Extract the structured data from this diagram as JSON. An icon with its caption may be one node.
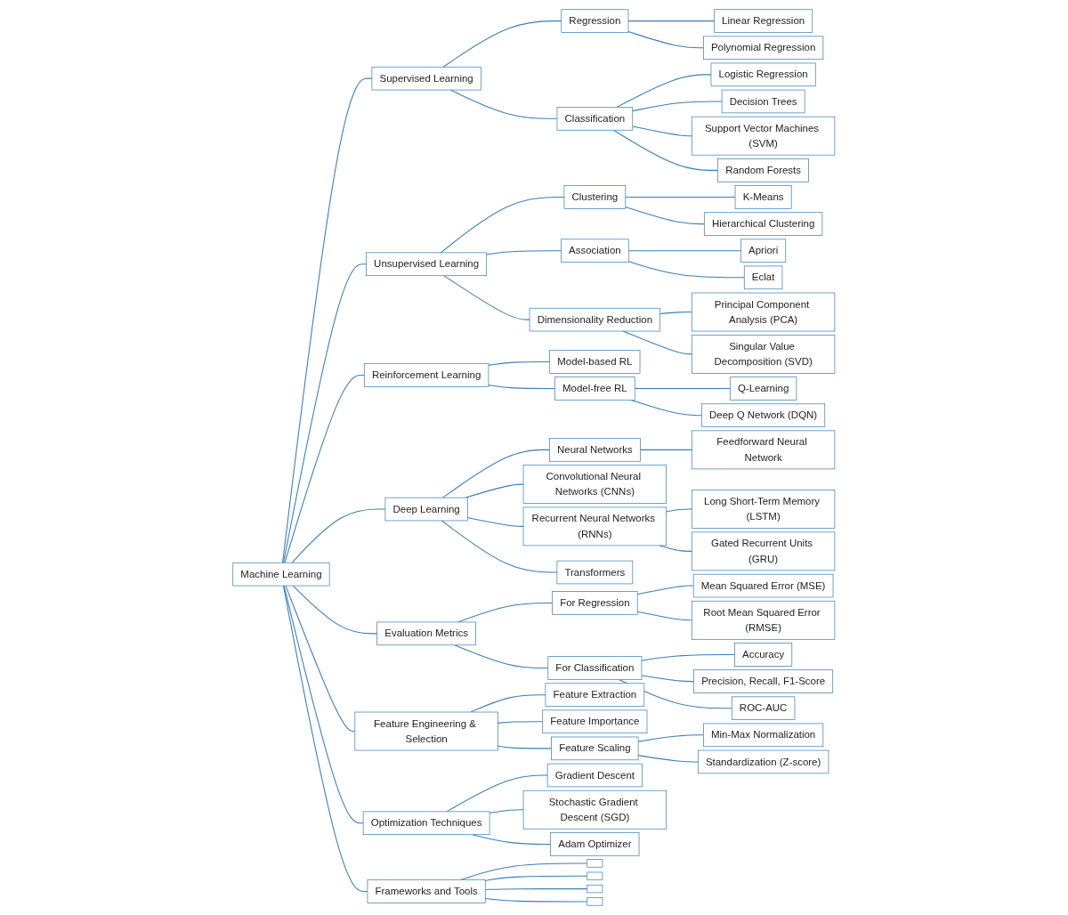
{
  "diagram": {
    "nodes": [
      {
        "text": [
          "Machine Learning"
        ]
      },
      {
        "text": [
          "Supervised Learning"
        ]
      },
      {
        "text": [
          "Regression"
        ]
      },
      {
        "text": [
          "Linear Regression"
        ]
      },
      {
        "text": [
          "Polynomial Regression"
        ]
      },
      {
        "text": [
          "Classification"
        ]
      },
      {
        "text": [
          "Logistic Regression"
        ]
      },
      {
        "text": [
          "Decision Trees"
        ]
      },
      {
        "text": [
          "Support Vector Machines (SVM)"
        ]
      },
      {
        "text": [
          "Random Forests"
        ]
      },
      {
        "text": [
          "Unsupervised Learning"
        ]
      },
      {
        "text": [
          "Clustering"
        ]
      },
      {
        "text": [
          "K-Means"
        ]
      },
      {
        "text": [
          "Hierarchical Clustering"
        ]
      },
      {
        "text": [
          "Association"
        ]
      },
      {
        "text": [
          "Apriori"
        ]
      },
      {
        "text": [
          "Eclat"
        ]
      },
      {
        "text": [
          "Dimensionality Reduction"
        ]
      },
      {
        "text": [
          "Principal Component Analysis (PCA)"
        ]
      },
      {
        "text": [
          "Singular Value Decomposition (SVD)"
        ]
      },
      {
        "text": [
          "Reinforcement Learning"
        ]
      },
      {
        "text": [
          "Model-based RL"
        ]
      },
      {
        "text": [
          "Model-free RL"
        ]
      },
      {
        "text": [
          "Q-Learning"
        ]
      },
      {
        "text": [
          "Deep Q Network (DQN)"
        ]
      },
      {
        "text": [
          "Deep Learning"
        ]
      },
      {
        "text": [
          "Neural Networks"
        ]
      },
      {
        "text": [
          "Feedforward Neural Network"
        ]
      },
      {
        "text": [
          "Convolutional Neural Networks (CNNs)"
        ]
      },
      {
        "text": [
          "Recurrent Neural Networks (RNNs)"
        ]
      },
      {
        "text": [
          "Long Short-Term Memory (LSTM)"
        ]
      },
      {
        "text": [
          "Gated Recurrent Units (GRU)"
        ]
      },
      {
        "text": [
          "Transformers"
        ]
      },
      {
        "text": [
          "Evaluation Metrics"
        ]
      },
      {
        "text": [
          "For Regression"
        ]
      },
      {
        "text": [
          "Mean Squared Error (MSE)"
        ]
      },
      {
        "text": [
          "Root Mean Squared Error (RMSE)"
        ]
      },
      {
        "text": [
          "For Classification"
        ]
      },
      {
        "text": [
          "Accuracy"
        ]
      },
      {
        "text": [
          "Precision, Recall, F1-Score"
        ]
      },
      {
        "text": [
          "ROC-AUC"
        ]
      },
      {
        "text": [
          "Feature Engineering & Selection"
        ]
      },
      {
        "text": [
          "Feature Extraction"
        ]
      },
      {
        "text": [
          "Feature Importance"
        ]
      },
      {
        "text": [
          "Feature Scaling"
        ]
      },
      {
        "text": [
          "Min-Max Normalization"
        ]
      },
      {
        "text": [
          "Standardization (Z-score)"
        ]
      },
      {
        "text": [
          "Optimization Techniques"
        ]
      },
      {
        "text": [
          "Gradient Descent"
        ]
      },
      {
        "text": [
          "Stochastic Gradient Descent (SGD)"
        ]
      },
      {
        "text": [
          "Adam Optimizer"
        ]
      },
      {
        "text": [
          "Frameworks and Tools"
        ]
      },
      {
        "text": [],
        "shape": "box"
      },
      {
        "text": [],
        "shape": "box"
      },
      {
        "text": [],
        "shape": "box"
      },
      {
        "text": [],
        "shape": "box"
      }
    ],
    "edges": [
      {
        "from": 0,
        "to": 1,
        "arrow": "none"
      },
      {
        "from": 1,
        "to": 2,
        "arrow": "none"
      },
      {
        "from": 2,
        "to": 3,
        "arrow": "none"
      },
      {
        "from": 2,
        "to": 4,
        "arrow": "none"
      },
      {
        "from": 1,
        "to": 5,
        "arrow": "none"
      },
      {
        "from": 5,
        "to": 6,
        "arrow": "none"
      },
      {
        "from": 5,
        "to": 7,
        "arrow": "none"
      },
      {
        "from": 5,
        "to": 8,
        "arrow": "none"
      },
      {
        "from": 5,
        "to": 9,
        "arrow": "none"
      },
      {
        "from": 0,
        "to": 10,
        "arrow": "none"
      },
      {
        "from": 10,
        "to": 11,
        "arrow": "none"
      },
      {
        "from": 11,
        "to": 12,
        "arrow": "none"
      },
      {
        "from": 11,
        "to": 13,
        "arrow": "none"
      },
      {
        "from": 10,
        "to": 14,
        "arrow": "none"
      },
      {
        "from": 14,
        "to": 15,
        "arrow": "none"
      },
      {
        "from": 14,
        "to": 16,
        "arrow": "none"
      },
      {
        "from": 10,
        "to": 17,
        "arrow": "none"
      },
      {
        "from": 17,
        "to": 18,
        "arrow": "none"
      },
      {
        "from": 17,
        "to": 19,
        "arrow": "none"
      },
      {
        "from": 0,
        "to": 20,
        "arrow": "none"
      },
      {
        "from": 20,
        "to": 21,
        "arrow": "none"
      },
      {
        "from": 20,
        "to": 22,
        "arrow": "none"
      },
      {
        "from": 22,
        "to": 23,
        "arrow": "none"
      },
      {
        "from": 22,
        "to": 24,
        "arrow": "none"
      },
      {
        "from": 0,
        "to": 25,
        "arrow": "none"
      },
      {
        "from": 25,
        "to": 26,
        "arrow": "none"
      },
      {
        "from": 26,
        "to": 27,
        "arrow": "none"
      },
      {
        "from": 25,
        "to": 28,
        "arrow": "none"
      },
      {
        "from": 25,
        "to": 29,
        "arrow": "none"
      },
      {
        "from": 29,
        "to": 30,
        "arrow": "none"
      },
      {
        "from": 29,
        "to": 31,
        "arrow": "none"
      },
      {
        "from": 25,
        "to": 32,
        "arrow": "none"
      },
      {
        "from": 0,
        "to": 33,
        "arrow": "none"
      },
      {
        "from": 33,
        "to": 34,
        "arrow": "none"
      },
      {
        "from": 34,
        "to": 35,
        "arrow": "none"
      },
      {
        "from": 34,
        "to": 36,
        "arrow": "none"
      },
      {
        "from": 33,
        "to": 37,
        "arrow": "none"
      },
      {
        "from": 37,
        "to": 38,
        "arrow": "none"
      },
      {
        "from": 37,
        "to": 39,
        "arrow": "none"
      },
      {
        "from": 37,
        "to": 40,
        "arrow": "none"
      },
      {
        "from": 0,
        "to": 41,
        "arrow": "none"
      },
      {
        "from": 41,
        "to": 42,
        "arrow": "none"
      },
      {
        "from": 41,
        "to": 43,
        "arrow": "none"
      },
      {
        "from": 41,
        "to": 44,
        "arrow": "none"
      },
      {
        "from": 44,
        "to": 45,
        "arrow": "none"
      },
      {
        "from": 44,
        "to": 46,
        "arrow": "none"
      },
      {
        "from": 0,
        "to": 47,
        "arrow": "none"
      },
      {
        "from": 47,
        "to": 48,
        "arrow": "none"
      },
      {
        "from": 47,
        "to": 49,
        "arrow": "none"
      },
      {
        "from": 47,
        "to": 50,
        "arrow": "none"
      },
      {
        "from": 0,
        "to": 51,
        "arrow": "none"
      },
      {
        "from": 51,
        "to": 52,
        "arrow": "none"
      },
      {
        "from": 51,
        "to": 53,
        "arrow": "none"
      },
      {
        "from": 51,
        "to": 54,
        "arrow": "none"
      },
      {
        "from": 51,
        "to": 55,
        "arrow": "none"
      }
    ]
  }
}
